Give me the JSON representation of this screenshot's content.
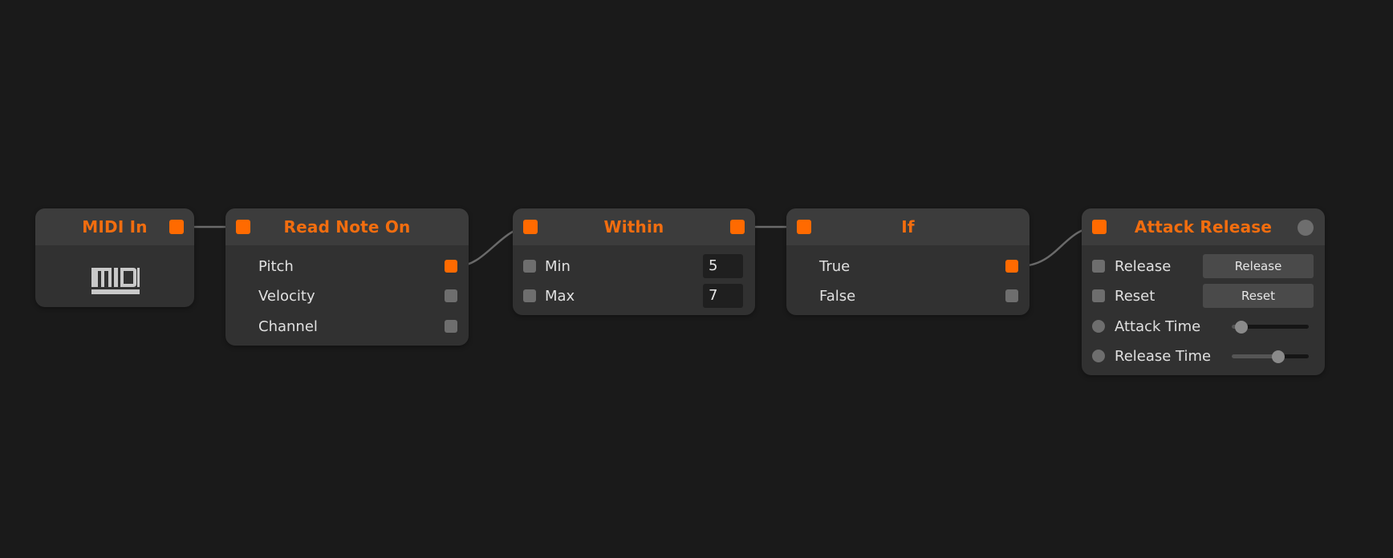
{
  "nodes": {
    "midi_in": {
      "title": "MIDI In",
      "logo_icon": "midi-logo-icon"
    },
    "read_note_on": {
      "title": "Read Note On",
      "outputs": [
        {
          "label": "Pitch",
          "connected": true
        },
        {
          "label": "Velocity",
          "connected": false
        },
        {
          "label": "Channel",
          "connected": false
        }
      ]
    },
    "within": {
      "title": "Within",
      "params": [
        {
          "label": "Min",
          "value": "5"
        },
        {
          "label": "Max",
          "value": "7"
        }
      ]
    },
    "if": {
      "title": "If",
      "outputs": [
        {
          "label": "True",
          "connected": true
        },
        {
          "label": "False",
          "connected": false
        }
      ]
    },
    "attack_release": {
      "title": "Attack Release",
      "triggers": [
        {
          "label": "Release",
          "button_label": "Release"
        },
        {
          "label": "Reset",
          "button_label": "Reset"
        }
      ],
      "sliders": [
        {
          "label": "Attack Time",
          "level": 0.12
        },
        {
          "label": "Release Time",
          "level": 0.6
        }
      ]
    }
  },
  "colors": {
    "accent": "#ff6a00",
    "title": "#f26d0f",
    "background": "#1a1a1a",
    "node_body": "#313131",
    "node_header": "#3c3c3c",
    "wire": "#6a6a6a",
    "inactive_port": "#6e6e6e"
  }
}
